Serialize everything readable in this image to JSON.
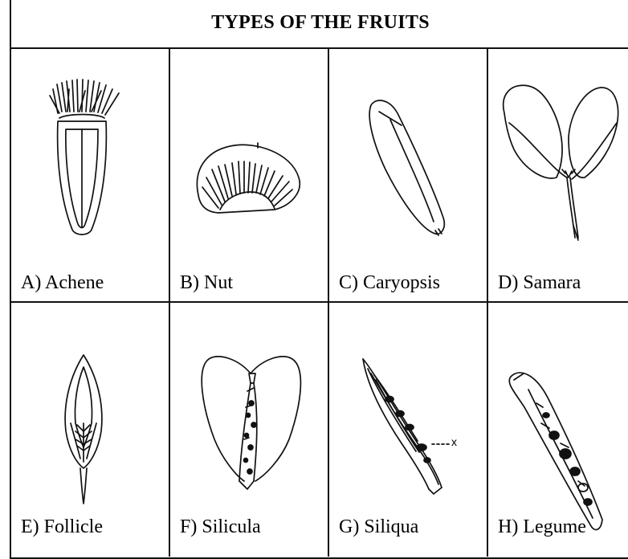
{
  "title": "TYPES OF THE FRUITS",
  "fruits": [
    {
      "label": "A) Achene",
      "icon": "achene-drawing"
    },
    {
      "label": "B) Nut",
      "icon": "nut-drawing"
    },
    {
      "label": "C) Caryopsis",
      "icon": "caryopsis-drawing"
    },
    {
      "label": "D) Samara",
      "icon": "samara-drawing"
    },
    {
      "label": "E) Follicle",
      "icon": "follicle-drawing"
    },
    {
      "label": "F) Silicula",
      "icon": "silicula-drawing"
    },
    {
      "label": "G) Siliqua",
      "icon": "siliqua-drawing"
    },
    {
      "label": "H) Legume",
      "icon": "legume-drawing"
    }
  ],
  "annotations": {
    "siliqua_marker": "x"
  }
}
